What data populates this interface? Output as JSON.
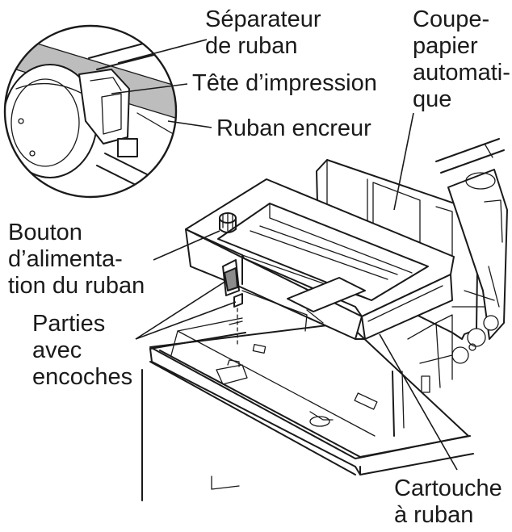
{
  "labels": {
    "separateur": [
      "Séparateur",
      "de ruban"
    ],
    "tete": [
      "Tête d’impression"
    ],
    "ruban_encreur": [
      "Ruban encreur"
    ],
    "coupe_papier": [
      "Coupe-",
      "papier",
      "automati-",
      "que"
    ],
    "bouton": [
      "Bouton",
      "d’alimenta-",
      "tion du ruban"
    ],
    "parties": [
      "Parties",
      "avec",
      "encoches"
    ],
    "cartouche": [
      "Cartouche",
      "à ruban"
    ]
  },
  "colors": {
    "ink": "#1a1a1a",
    "ribbon": "#bdbdbd",
    "background": "#ffffff"
  }
}
